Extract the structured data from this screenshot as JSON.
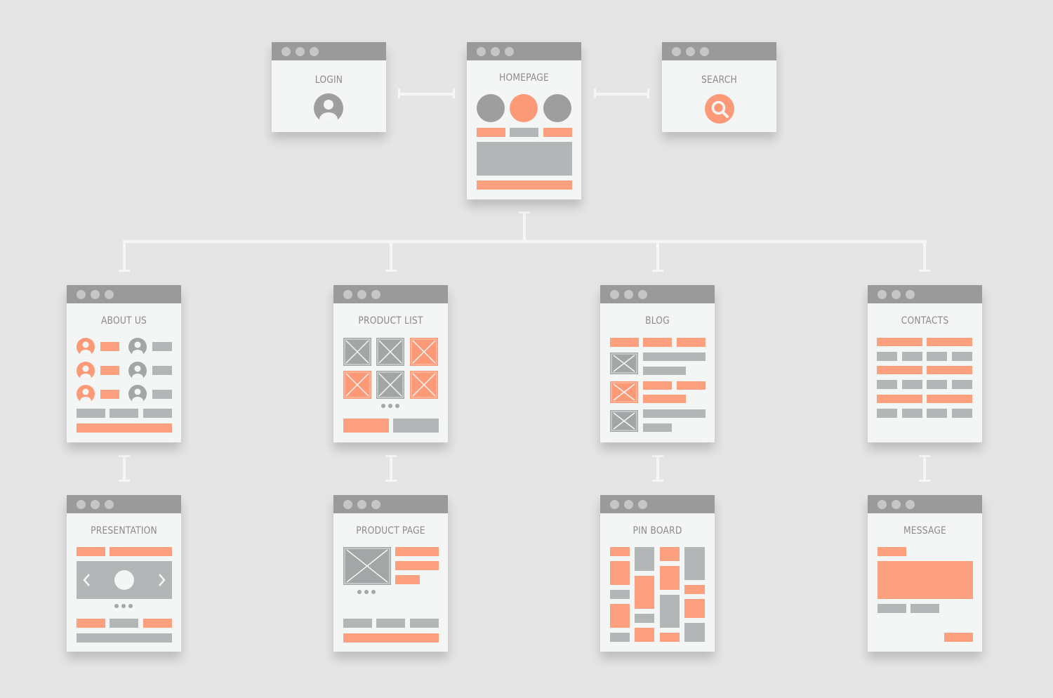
{
  "colors": {
    "accent": "#fca080",
    "placeholder": "#b2b6b6",
    "titlebar": "#9a9a9a",
    "page": "#f4f6f6",
    "background": "#e5e5e5"
  },
  "pages": {
    "login": {
      "title": "LOGIN",
      "icon": "user-avatar-icon"
    },
    "homepage": {
      "title": "HOMEPAGE"
    },
    "search": {
      "title": "SEARCH",
      "icon": "search-icon"
    },
    "about_us": {
      "title": "ABOUT US"
    },
    "product_list": {
      "title": "PRODUCT LIST"
    },
    "blog": {
      "title": "BLOG"
    },
    "contacts": {
      "title": "CONTACTS"
    },
    "presentation": {
      "title": "PRESENTATION",
      "icons": [
        "chevron-left-icon",
        "chevron-right-icon"
      ]
    },
    "product_page": {
      "title": "PRODUCT PAGE"
    },
    "pin_board": {
      "title": "PIN BOARD"
    },
    "message": {
      "title": "MESSAGE"
    }
  }
}
